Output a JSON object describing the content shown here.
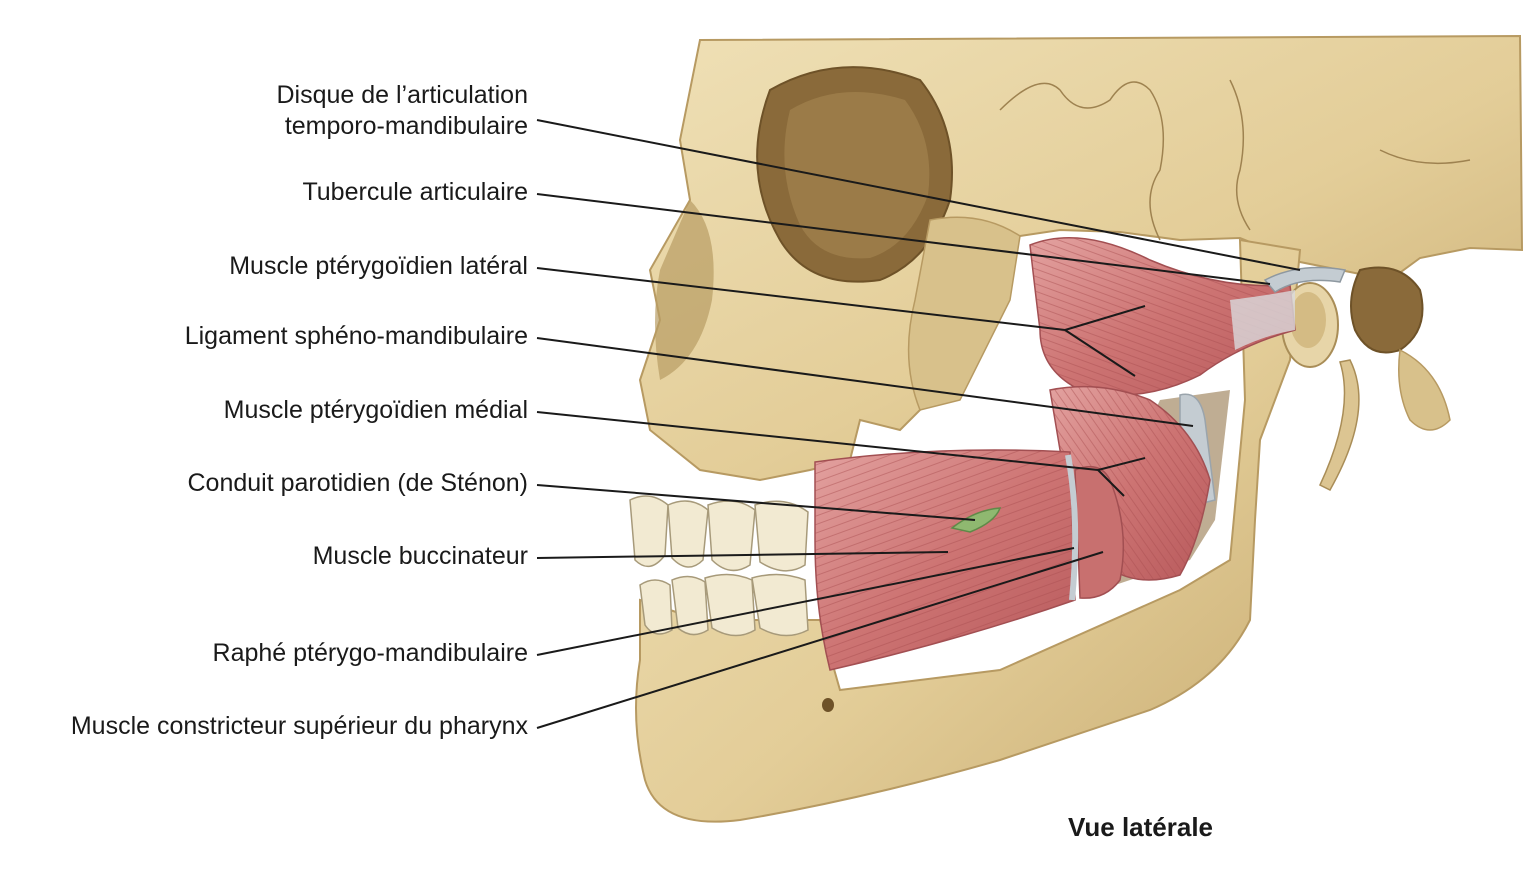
{
  "labels": {
    "disque_line1": "Disque de l’articulation",
    "disque_line2": "temporo-mandibulaire",
    "tubercule": "Tubercule articulaire",
    "pterygoidien_lateral": "Muscle ptérygoïdien latéral",
    "ligament": "Ligament sphéno-mandibulaire",
    "pterygoidien_medial": "Muscle ptérygoïdien médial",
    "conduit": "Conduit parotidien (de Sténon)",
    "buccinateur": "Muscle buccinateur",
    "raphe": "Raphé ptérygo-mandibulaire",
    "constricteur": "Muscle constricteur supérieur du pharynx"
  },
  "view_title": "Vue latérale",
  "colors": {
    "bone": "#e6d3a4",
    "bone_shadow": "#b99c62",
    "muscle": "#c96b6b",
    "muscle_light": "#e0a0a0",
    "ligament": "#c4ccd2",
    "duct": "#8fb870",
    "leader_line": "#1a1a1a"
  }
}
